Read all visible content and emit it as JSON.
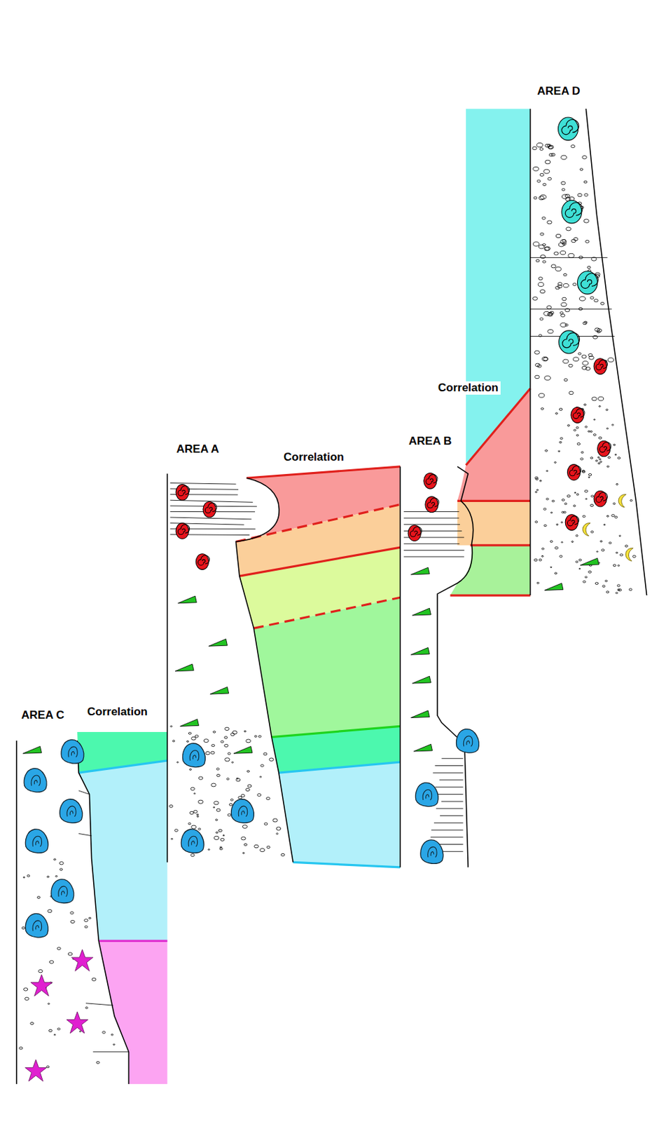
{
  "diagram": {
    "labels": [
      "AREA D",
      "Correlation",
      "AREA B",
      "Correlation",
      "AREA A",
      "AREA C",
      "Correlation"
    ]
  }
}
